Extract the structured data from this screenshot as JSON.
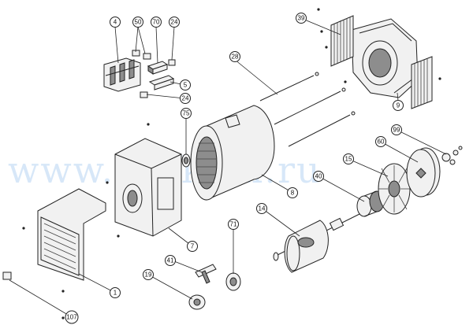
{
  "watermark": "www.radkom.ru",
  "callouts": {
    "p4": "4",
    "p50": "50",
    "p70": "70",
    "p24a": "24",
    "p5": "5",
    "p24b": "24",
    "p75": "75",
    "p28": "28",
    "p39": "39",
    "p9": "9",
    "p99": "99",
    "p60": "60",
    "p15": "15",
    "p40": "40",
    "p8": "8",
    "p14": "14",
    "p71": "71",
    "p41": "41",
    "p19": "19",
    "p7": "7",
    "p1": "1",
    "p107": "107"
  }
}
